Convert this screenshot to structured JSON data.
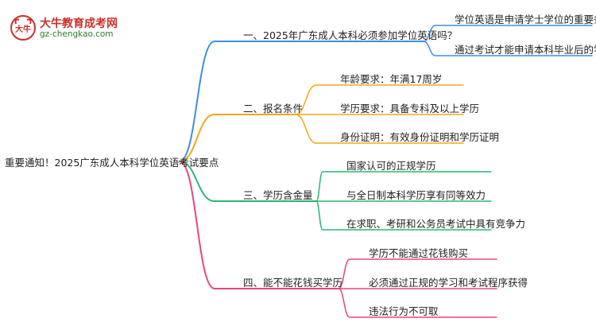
{
  "logo": {
    "name": "大牛教育成考网",
    "url": "gz-chengkao.com",
    "mark_text": "大牛"
  },
  "root": {
    "label": "重要通知！2025广东成人本科学位英语考试要点"
  },
  "colors": {
    "branch1": "#3d8ee0",
    "branch2": "#f0a818",
    "branch3": "#2bb673",
    "branch4": "#e9467a",
    "logo_red": "#c9302c",
    "logo_green": "#2c7a2c"
  },
  "branches": [
    {
      "label": "一、2025年广东成人本科必须参加学位英语吗？",
      "children": [
        "学位英语是申请学士学位的重要条件",
        "通过考试才能申请本科毕业后的学位证"
      ]
    },
    {
      "label": "二、报名条件",
      "children": [
        "年龄要求：年满17周岁",
        "学历要求：具备专科及以上学历",
        "身份证明：有效身份证明和学历证明"
      ]
    },
    {
      "label": "三、学历含金量",
      "children": [
        "国家认可的正规学历",
        "与全日制本科学历享有同等效力",
        "在求职、考研和公务员考试中具有竞争力"
      ]
    },
    {
      "label": "四、能不能花钱买学历",
      "children": [
        "学历不能通过花钱购买",
        "必须通过正规的学习和考试程序获得",
        "违法行为不可取"
      ]
    }
  ]
}
